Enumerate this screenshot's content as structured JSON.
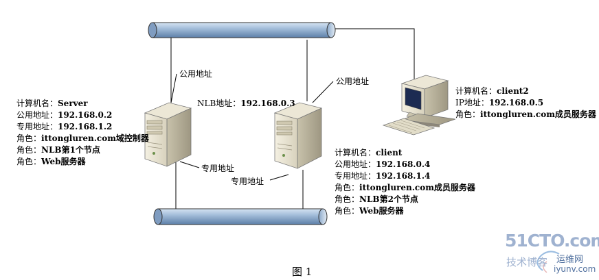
{
  "server1": {
    "lines": [
      {
        "k": "计算机名：",
        "v": "Server"
      },
      {
        "k": "公用地址：",
        "v": "192.168.0.2"
      },
      {
        "k": "专用地址：",
        "v": "192.168.1.2"
      },
      {
        "k": "角色：",
        "v": "ittongluren.com域控制器"
      },
      {
        "k": "角色：",
        "v": "NLB第1个节点"
      },
      {
        "k": "角色：",
        "v": "Web服务器"
      }
    ]
  },
  "server2": {
    "lines": [
      {
        "k": "计算机名：",
        "v": "client"
      },
      {
        "k": "公用地址：",
        "v": "192.168.0.4"
      },
      {
        "k": "专用地址：",
        "v": "192.168.1.4"
      },
      {
        "k": "角色：",
        "v": "ittongluren.com成员服务器"
      },
      {
        "k": "角色：",
        "v": "NLB第2个节点"
      },
      {
        "k": "角色：",
        "v": "Web服务器"
      }
    ]
  },
  "client2": {
    "lines": [
      {
        "k": "计算机名：",
        "v": "client2"
      },
      {
        "k": "IP地址：",
        "v": "192.168.0.5"
      },
      {
        "k": "角色：",
        "v": "ittongluren.com成员服务器"
      }
    ]
  },
  "callouts": {
    "public1": "公用地址",
    "public2": "公用地址",
    "private1": "专用地址",
    "private2": "专用地址"
  },
  "nlb": {
    "k": "NLB地址：",
    "v": "192.168.0.3"
  },
  "caption": "图 1",
  "watermark": {
    "site": "51CTO.com",
    "tagline": "技术博客",
    "brand": "运维网",
    "url": "iyunv.com"
  }
}
